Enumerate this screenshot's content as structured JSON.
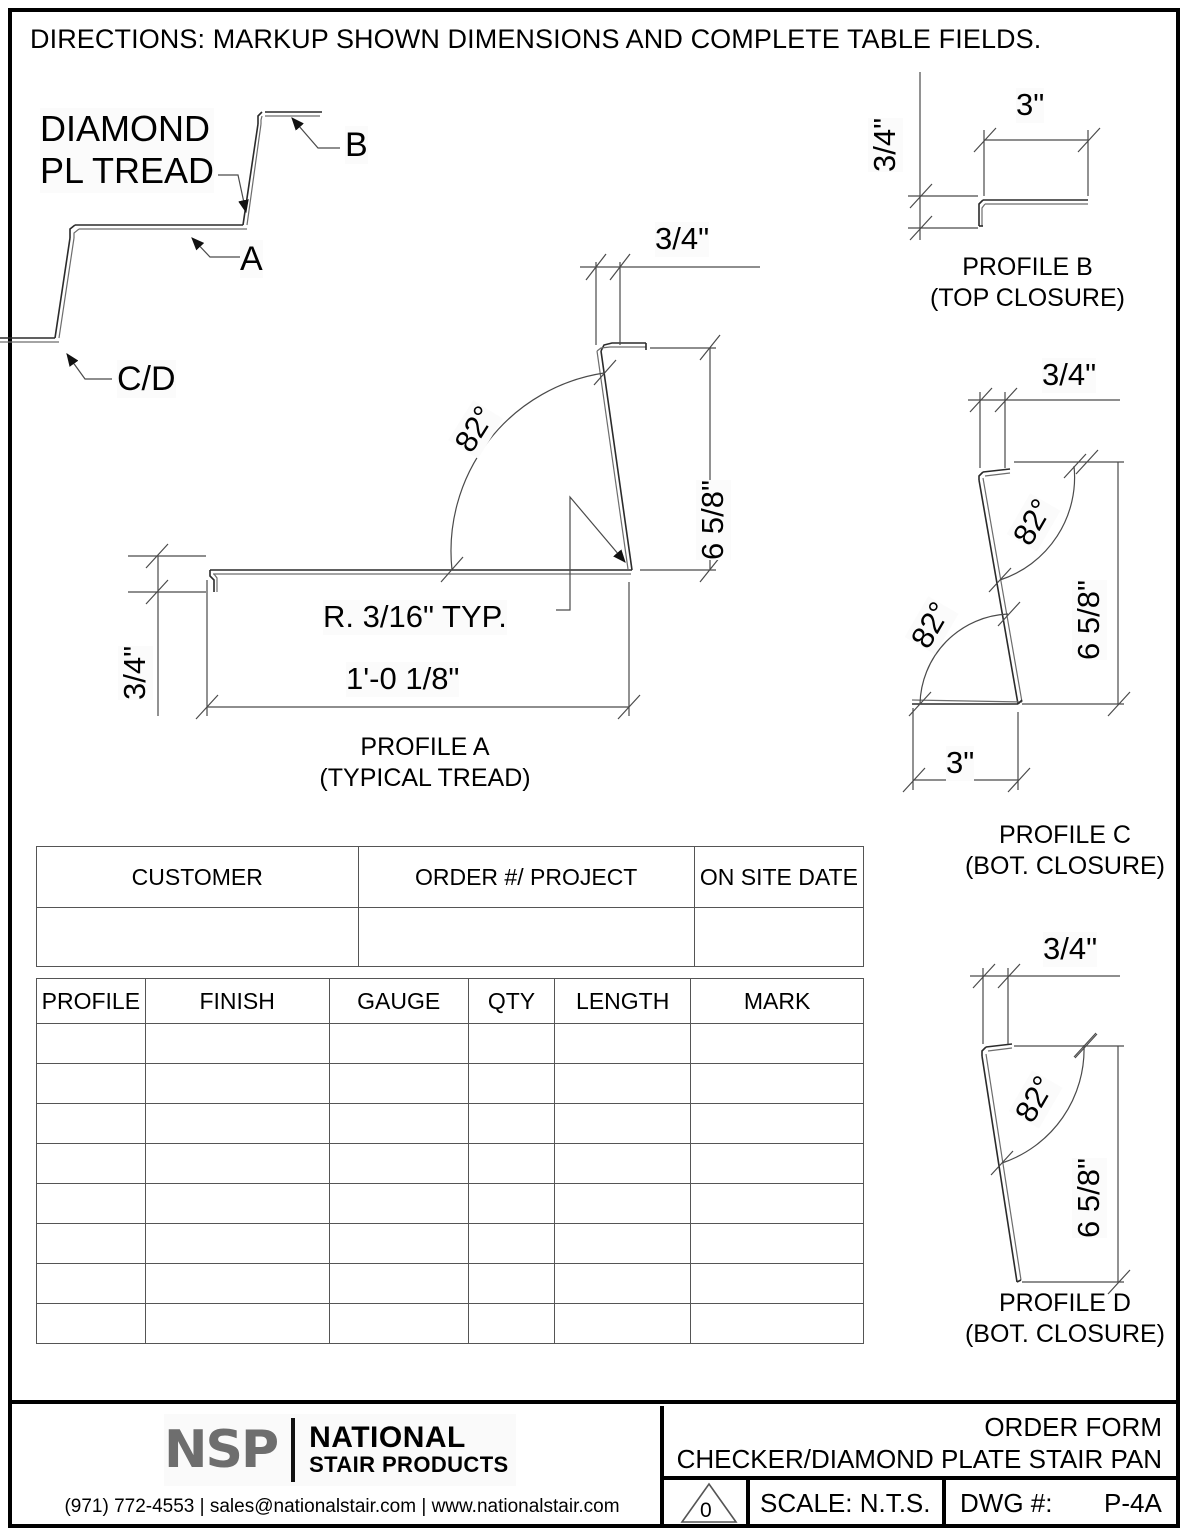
{
  "directions": "DIRECTIONS: MARKUP SHOWN DIMENSIONS AND COMPLETE TABLE FIELDS.",
  "assembly": {
    "tread_label_line1": "DIAMOND",
    "tread_label_line2": "PL TREAD",
    "callout_a": "A",
    "callout_b": "B",
    "callout_cd": "C/D"
  },
  "profile_a": {
    "caption_line1": "PROFILE A",
    "caption_line2": "(TYPICAL TREAD)",
    "dim_top_flange": "3/4\"",
    "dim_height": "6 5/8\"",
    "dim_left_flange": "3/4\"",
    "dim_width": "1'-0 1/8\"",
    "angle": "82°",
    "radius_note": "R. 3/16\" TYP."
  },
  "profile_b": {
    "caption_line1": "PROFILE B",
    "caption_line2": "(TOP CLOSURE)",
    "dim_height": "3/4\"",
    "dim_width": "3\""
  },
  "profile_c": {
    "caption_line1": "PROFILE C",
    "caption_line2": "(BOT. CLOSURE)",
    "dim_top_flange": "3/4\"",
    "dim_height": "6 5/8\"",
    "dim_bottom": "3\"",
    "angle_top": "82°",
    "angle_bottom": "82°"
  },
  "profile_d": {
    "caption_line1": "PROFILE D",
    "caption_line2": "(BOT. CLOSURE)",
    "dim_top_flange": "3/4\"",
    "dim_height": "6 5/8\"",
    "angle": "82°"
  },
  "customer_table": {
    "headers": [
      "CUSTOMER",
      "ORDER #/ PROJECT",
      "ON SITE DATE"
    ],
    "rows": [
      [
        "",
        "",
        ""
      ]
    ]
  },
  "order_table": {
    "headers": [
      "PROFILE",
      "FINISH",
      "GAUGE",
      "QTY",
      "LENGTH",
      "MARK"
    ],
    "rows": [
      [
        "",
        "",
        "",
        "",
        "",
        ""
      ],
      [
        "",
        "",
        "",
        "",
        "",
        ""
      ],
      [
        "",
        "",
        "",
        "",
        "",
        ""
      ],
      [
        "",
        "",
        "",
        "",
        "",
        ""
      ],
      [
        "",
        "",
        "",
        "",
        "",
        ""
      ],
      [
        "",
        "",
        "",
        "",
        "",
        ""
      ],
      [
        "",
        "",
        "",
        "",
        "",
        ""
      ],
      [
        "",
        "",
        "",
        "",
        "",
        ""
      ]
    ]
  },
  "titleblock": {
    "logo_mark": "NSP",
    "logo_word1": "NATIONAL",
    "logo_word2": "STAIR PRODUCTS",
    "contact": "(971) 772-4553 | sales@nationalstair.com | www.nationalstair.com",
    "title_line1": "ORDER FORM",
    "title_line2": "CHECKER/DIAMOND PLATE STAIR PAN",
    "revision": "0",
    "scale_label": "SCALE:  N.T.S.",
    "dwg_label": "DWG #:",
    "dwg_number": "P-4A"
  }
}
